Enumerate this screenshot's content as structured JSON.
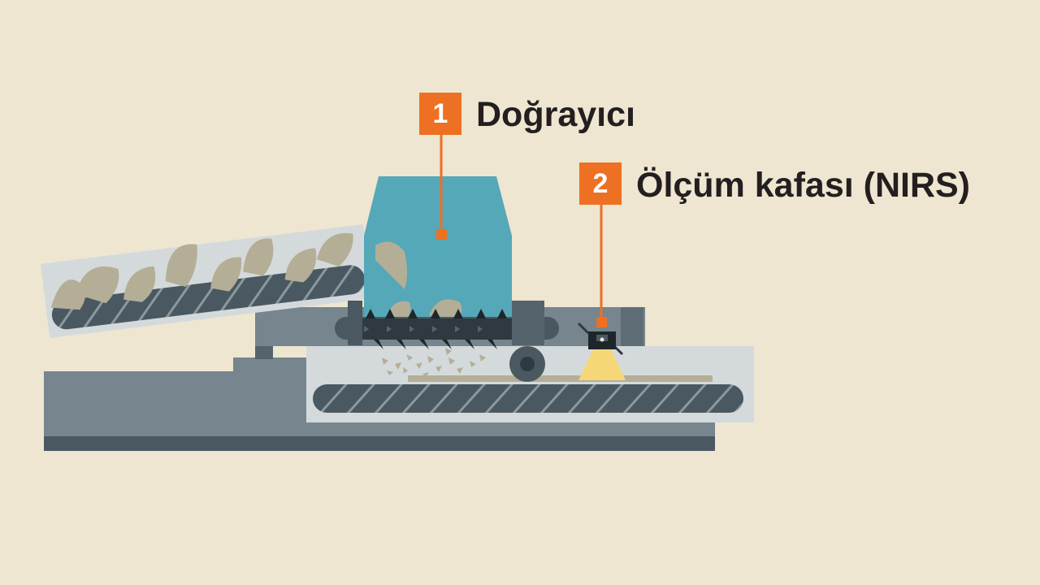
{
  "colors": {
    "background": "#EEE6D0",
    "accent": "#EE7022",
    "hopper": "#55A8B8",
    "machine_dark": "#4A5961",
    "machine_mid": "#76858E",
    "panel": "#D4DADB",
    "particle": "#B5AE96",
    "light_beam": "#F5D778",
    "label_text": "#231f20"
  },
  "callouts": [
    {
      "number": "1",
      "label": "Doğrayıcı"
    },
    {
      "number": "2",
      "label": "Ölçüm kafası (NIRS)"
    }
  ],
  "icons": [
    "shredder-hopper",
    "feed-conveyor",
    "output-conveyor",
    "nirs-sensor-icon"
  ]
}
